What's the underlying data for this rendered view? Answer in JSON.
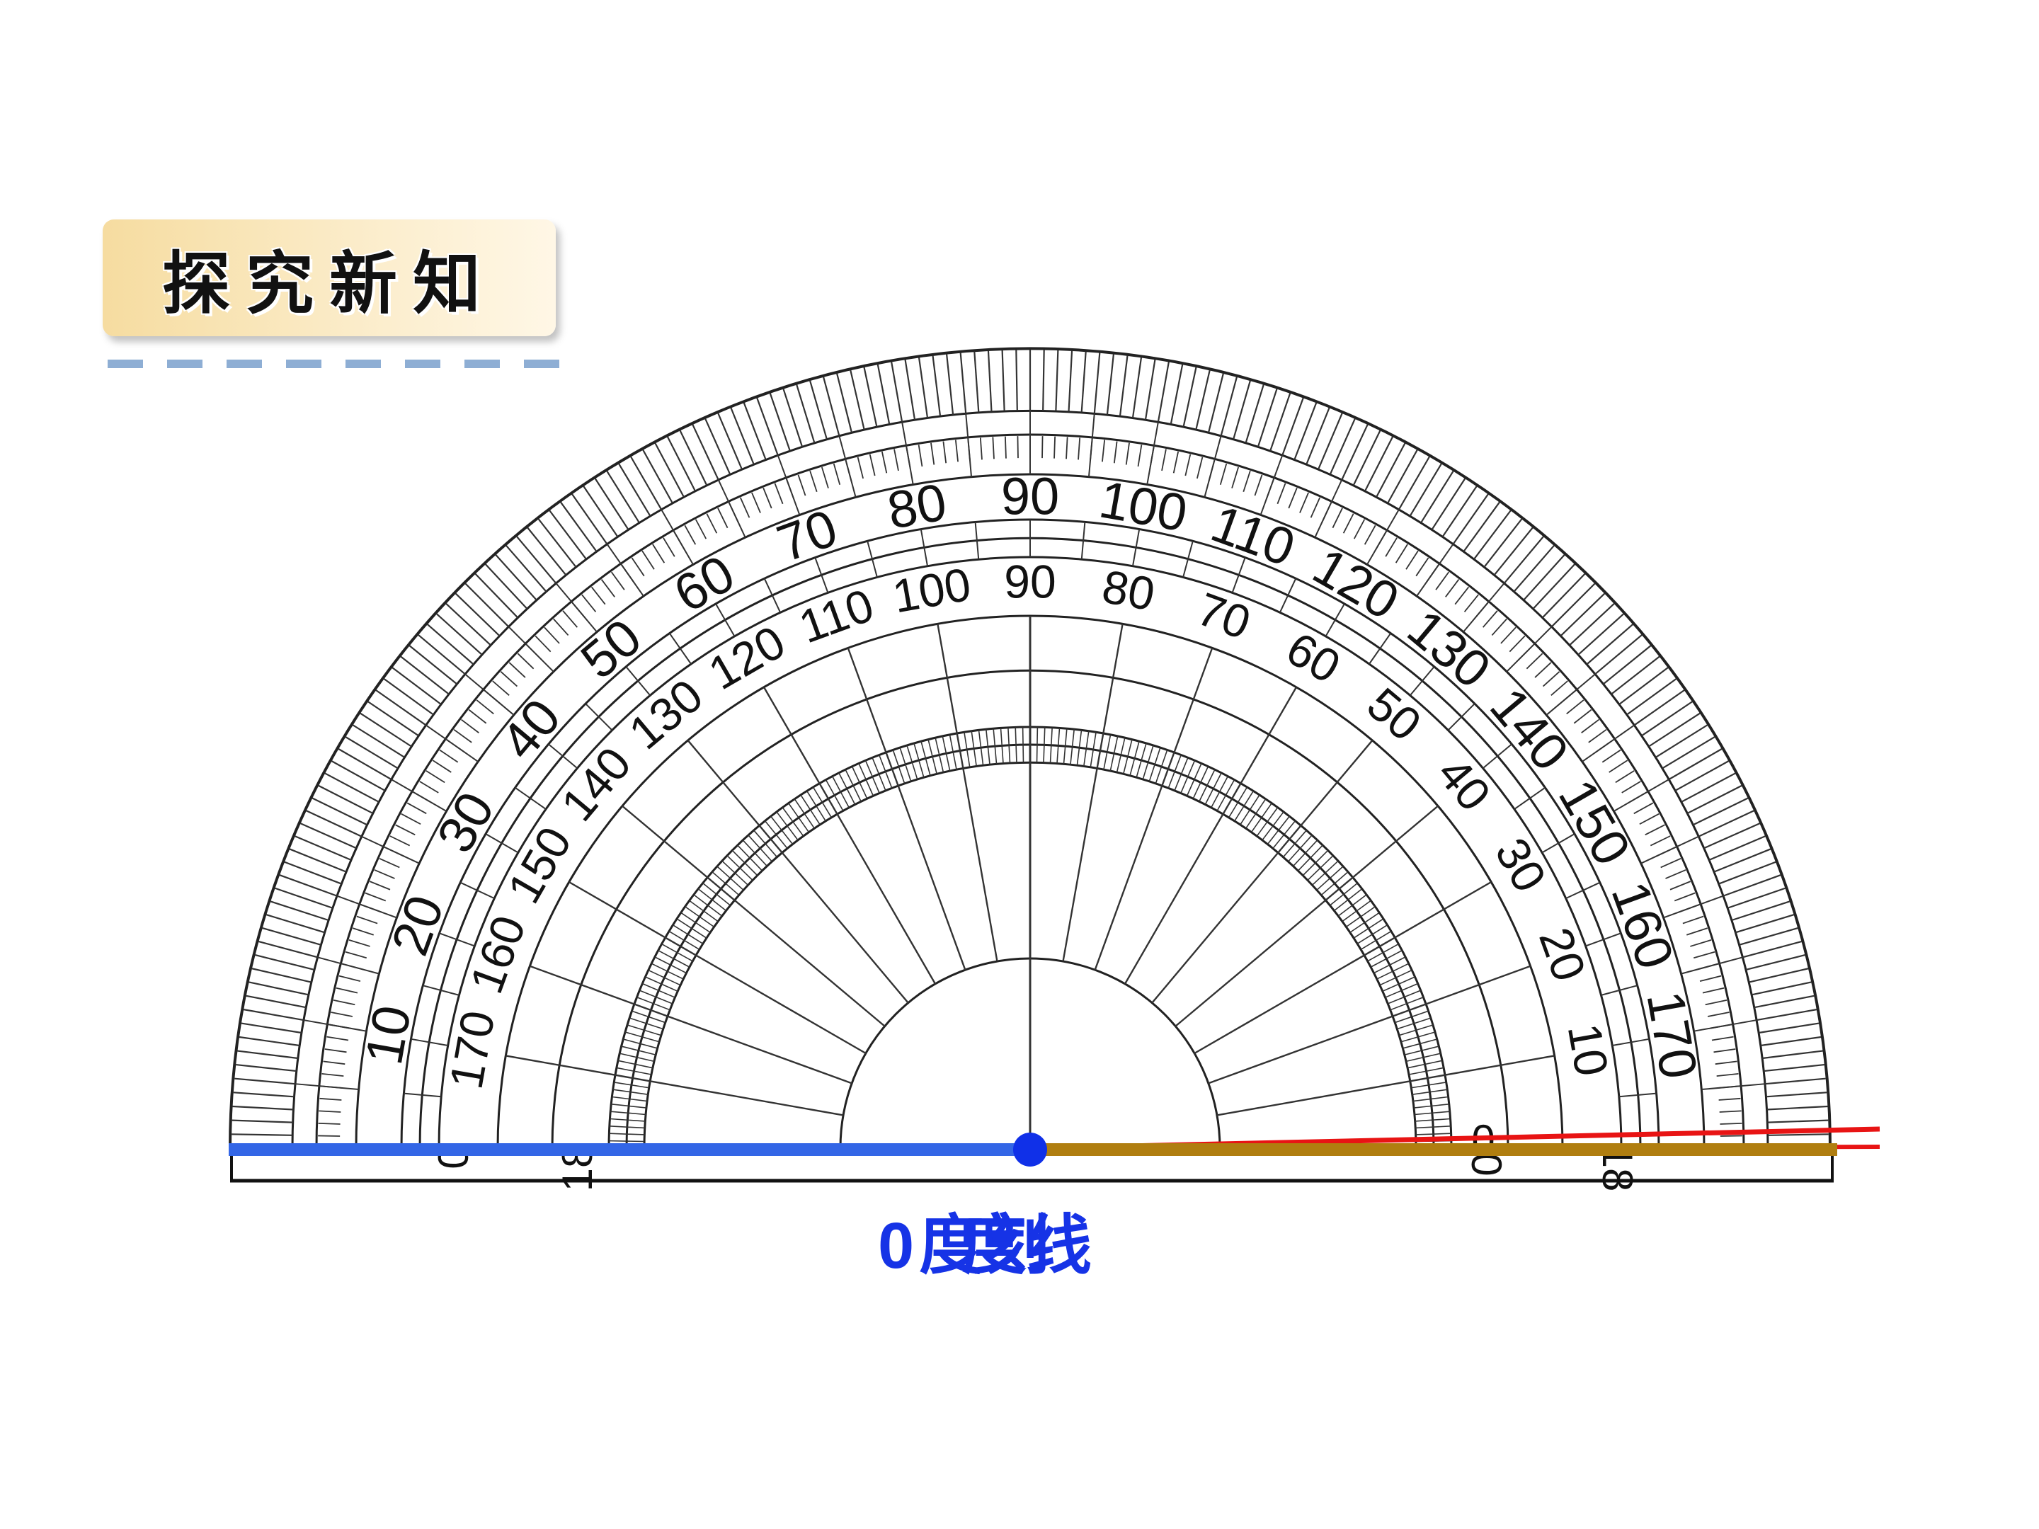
{
  "banner": {
    "title": "探究新知"
  },
  "protractor": {
    "outer_scale": [
      "10",
      "20",
      "30",
      "40",
      "50",
      "60",
      "70",
      "80",
      "90",
      "100",
      "110",
      "120",
      "130",
      "140",
      "150",
      "160",
      "170"
    ],
    "inner_scale": [
      "170",
      "160",
      "150",
      "140",
      "130",
      "120",
      "110",
      "100",
      "90",
      "80",
      "70",
      "60",
      "50",
      "40",
      "30",
      "20",
      "10"
    ],
    "partial_labels": [
      "0",
      "18",
      "0",
      "18",
      "0"
    ]
  },
  "caption": {
    "zero": "0",
    "overlap_a": "度刻",
    "overlap_b": "度线"
  },
  "colors": {
    "baseline_left": "#3366e6",
    "baseline_right": "#b07e10",
    "ray": "#e81414",
    "center_dot": "#1030e8",
    "caption": "#1633e6",
    "banner": "#f6dca0"
  }
}
